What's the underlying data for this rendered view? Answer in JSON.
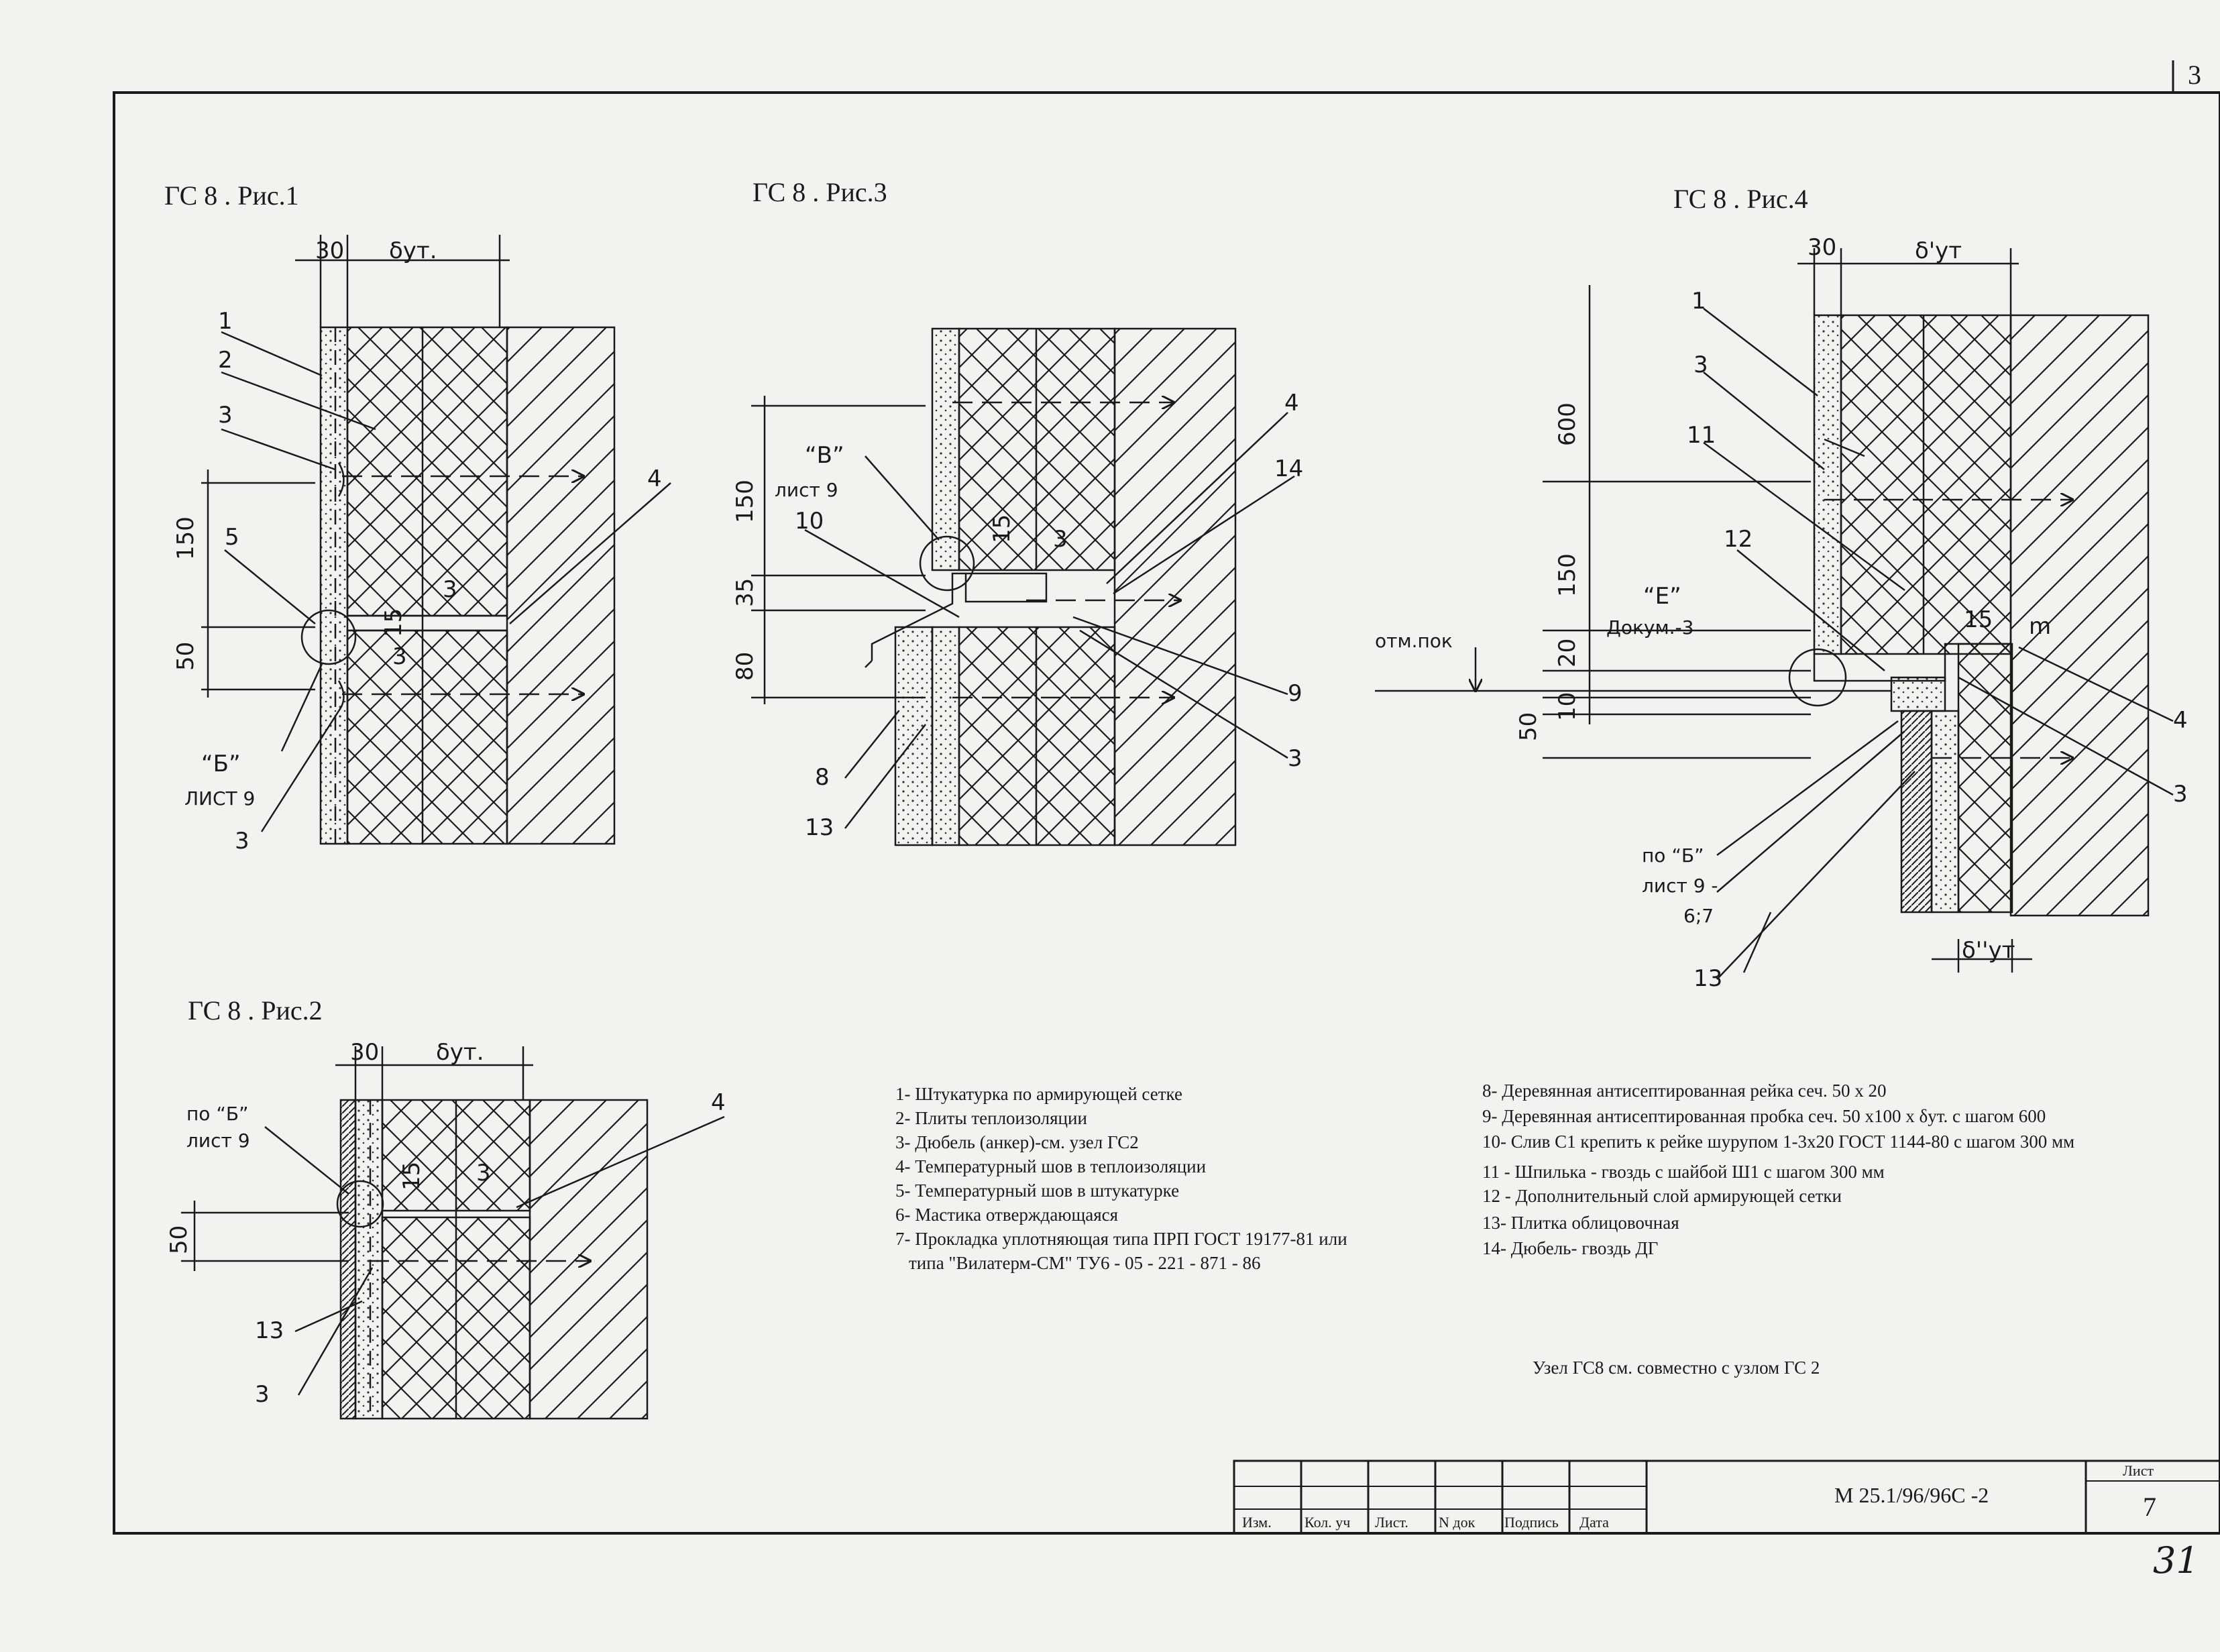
{
  "figures": {
    "fig1": {
      "title": "ГС 8 . Рис.1",
      "dims": {
        "d30": "30",
        "d_ins": "δут.",
        "d150": "150",
        "d50": "50",
        "d15": "15",
        "d3a": "3",
        "d3b": "3"
      },
      "callouts": [
        "1",
        "2",
        "3",
        "5",
        "4",
        "3"
      ],
      "ref_label": "“Б”",
      "ref_sheet": "ЛИСТ 9"
    },
    "fig2": {
      "title": "ГС 8 . Рис.2",
      "dims": {
        "d30": "30",
        "d_ins": "δут.",
        "d50": "50",
        "d15": "15",
        "d3": "3"
      },
      "callouts": [
        "4",
        "13",
        "3"
      ],
      "ref_label": "по “Б”",
      "ref_sheet": "лист 9"
    },
    "fig3": {
      "title": "ГС 8 . Рис.3",
      "dims": {
        "d150": "150",
        "d35": "35",
        "d80": "80",
        "d15": "15",
        "d3": "3"
      },
      "callouts": [
        "4",
        "14",
        "10",
        "9",
        "3",
        "8",
        "13"
      ],
      "ref_label": "“В”",
      "ref_sheet": "лист 9"
    },
    "fig4": {
      "title": "ГС 8 . Рис.4",
      "dims": {
        "d30": "30",
        "d_ins": "δ'ут",
        "d600": "600",
        "d150": "150",
        "d20": "20",
        "d10": "10",
        "d50": "50",
        "d15": "15",
        "dm": "m",
        "d_ins2": "δ''ут"
      },
      "callouts": [
        "1",
        "3",
        "11",
        "12",
        "4",
        "3",
        "13"
      ],
      "ref_e_label": "“Е”",
      "ref_e_doc": "Докум.-3",
      "level_label": "отм.пок",
      "ref_label": "по “Б”",
      "ref_sheet": "лист 9 -",
      "ref_items": "6;7"
    }
  },
  "legend_left": [
    "1- Штукатурка по армирующей сетке",
    "2- Плиты теплоизоляции",
    "3- Дюбель (анкер)-см. узел ГС2",
    "4- Температурный шов в теплоизоляции",
    "5- Температурный шов в штукатурке",
    "6- Мастика отверждающаяся",
    "7- Прокладка уплотняющая типа ПРП ГОСТ 19177-81 или",
    "типа \"Вилатерм-СМ\" ТУ6 - 05 - 221 - 871 - 86"
  ],
  "legend_right": [
    "8- Деревянная антисептированная рейка сеч. 50 х 20",
    "9- Деревянная антисептированная пробка сеч. 50 х100 х δут. с шагом 600",
    "10- Слив С1 крепить к рейке шурупом 1-3х20 ГОСТ 1144-80 с шагом 300 мм",
    "11 - Шпилька - гвоздь с шайбой Ш1 с шагом 300 мм",
    "12 - Дополнительный слой армирующей сетки",
    "13- Плитка облицовочная",
    "14- Дюбель- гвоздь ДГ"
  ],
  "note": "Узел ГС8 см. совместно с узлом ГС 2",
  "title_block": {
    "cells": [
      "Изм.",
      "Кол. уч",
      "Лист.",
      "N док",
      "Подпись",
      "Дата"
    ],
    "code": "М 25.1/96/96С -2",
    "sheet_label": "Лист",
    "sheet_no": "7"
  },
  "page_top_right": "3",
  "page_handwritten": "31",
  "colors": {
    "ink": "#1a1a1a",
    "paper": "#f3f2ee"
  }
}
